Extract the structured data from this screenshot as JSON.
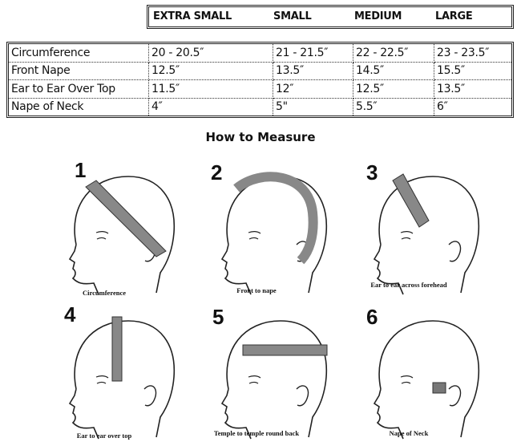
{
  "sizes": [
    "EXTRA SMALL",
    "SMALL",
    "MEDIUM",
    "LARGE"
  ],
  "rows": [
    {
      "label": "Circumference",
      "values": [
        "20 - 20.5″",
        "21 - 21.5″",
        "22 - 22.5″",
        "23 - 23.5″"
      ]
    },
    {
      "label": "Front Nape",
      "values": [
        "12.5″",
        "13.5″",
        "14.5″",
        "15.5″"
      ]
    },
    {
      "label": "Ear to Ear Over Top",
      "values": [
        "11.5″",
        "12″",
        "12.5″",
        "13.5″"
      ]
    },
    {
      "label": "Nape of Neck",
      "values": [
        "4″",
        "5\"",
        "5.5″",
        "6″"
      ]
    }
  ],
  "title": "How to Measure",
  "figures": [
    {
      "num": "1",
      "caption": "Circumference"
    },
    {
      "num": "2",
      "caption": "Front to nape"
    },
    {
      "num": "3",
      "caption": "Ear to ear across forehead"
    },
    {
      "num": "4",
      "caption": "Ear to ear over top"
    },
    {
      "num": "5",
      "caption": "Temple to temple round back"
    },
    {
      "num": "6",
      "caption": "Nape of Neck"
    }
  ]
}
